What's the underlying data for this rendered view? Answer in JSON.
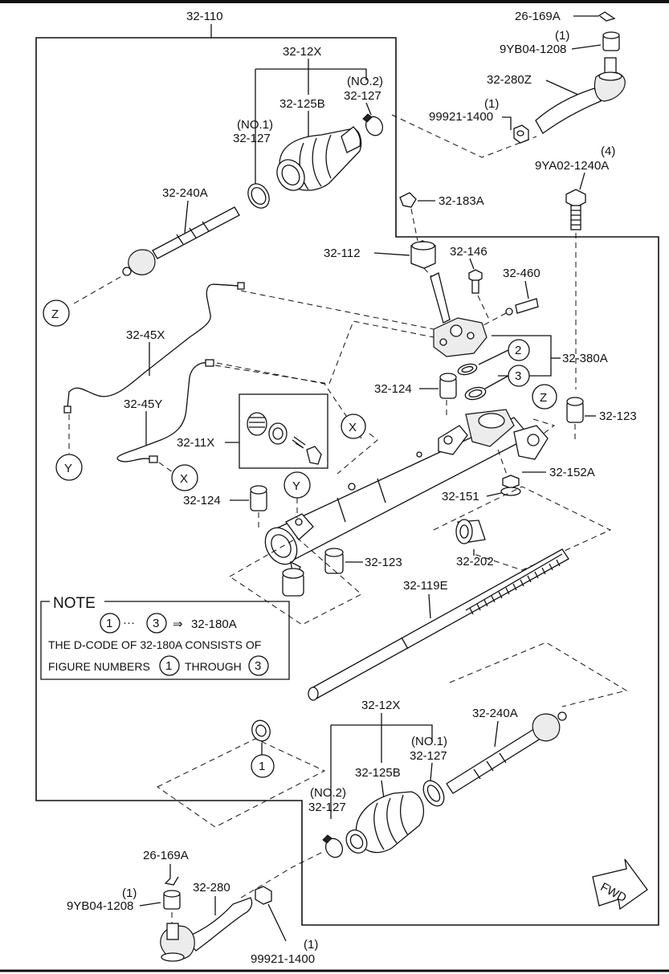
{
  "frame_label": "32-110",
  "fwd_label": "FWD",
  "top": {
    "cotter_pin": "26-169A",
    "nut_qty": "(1)",
    "nut": "9YB04-1208",
    "tie_rod_end": "32-280Z",
    "jam_nut_qty": "(1)",
    "jam_nut": "99921-1400",
    "bolt_qty": "(4)",
    "bolt": "9YA02-1240A",
    "boot_set": "32-12X",
    "boot": "32-125B",
    "clamp_no1_tag": "(NO.1)",
    "clamp_no1": "32-127",
    "clamp_no2_tag": "(NO.2)",
    "clamp_no2": "32-127",
    "tie_rod": "32-240A",
    "clip": "32-183A"
  },
  "middle": {
    "pinion_cover": "32-112",
    "bolt_146": "32-146",
    "bleeder": "32-460",
    "seal_kit": "32-380A",
    "ref2": "2",
    "ref3": "3",
    "bushing_124a": "32-124",
    "bushing_123a": "32-123",
    "pipe_x": "32-45X",
    "pipe_y": "32-45Y",
    "valve_kit": "32-11X",
    "nut_152": "32-152A",
    "washer_151": "32-151",
    "bushing_124b": "32-124",
    "bushing_123b": "32-123",
    "bearing_202": "32-202",
    "rack": "32-119E",
    "marker_x": "X",
    "marker_y": "Y",
    "marker_z": "Z"
  },
  "note": {
    "title": "NOTE",
    "ref1": "1",
    "dots": "···",
    "ref3": "3",
    "arrow": "⇒",
    "target": "32-180A",
    "line1": "THE D-CODE OF  32-180A  CONSISTS OF",
    "line2a": "FIGURE NUMBERS",
    "line2b": "THROUGH"
  },
  "bottom": {
    "ref1": "1",
    "boot_set": "32-12X",
    "boot": "32-125B",
    "clamp_no1_tag": "(NO.1)",
    "clamp_no1": "32-127",
    "clamp_no2_tag": "(NO.2)",
    "clamp_no2": "32-127",
    "tie_rod": "32-240A",
    "cotter_pin": "26-169A",
    "nut_qty": "(1)",
    "nut": "9YB04-1208",
    "tie_rod_end": "32-280",
    "jam_nut_qty": "(1)",
    "jam_nut": "99921-1400"
  }
}
